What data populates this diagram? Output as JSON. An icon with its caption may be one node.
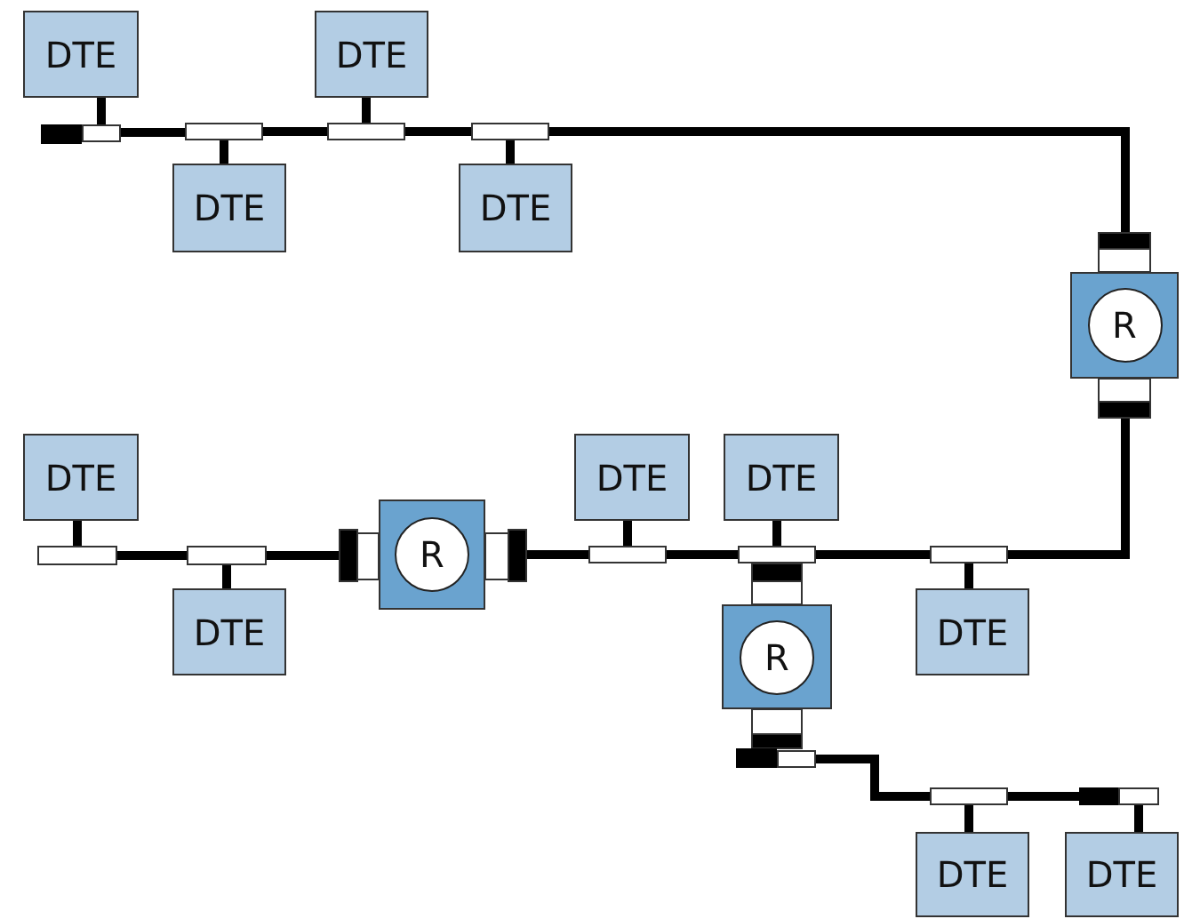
{
  "diagram": {
    "nodes": [
      {
        "text": [
          "DTE"
        ]
      },
      {
        "text": [
          "DTE"
        ]
      },
      {
        "text": [
          "DTE"
        ]
      },
      {
        "text": [
          "DTE"
        ]
      },
      {
        "text": [
          "R"
        ]
      },
      {
        "text": [
          "DTE"
        ]
      },
      {
        "text": [
          "DTE"
        ]
      },
      {
        "text": [
          "DTE"
        ]
      },
      {
        "text": [
          "R"
        ]
      },
      {
        "text": [
          "DTE"
        ]
      },
      {
        "text": [
          "DTE"
        ]
      },
      {
        "text": [
          "R"
        ]
      },
      {
        "text": [
          "DTE"
        ]
      },
      {
        "text": [
          "DTE"
        ]
      },
      {
        "text": [],
        "shape": "bar"
      },
      {
        "text": [],
        "shape": "box"
      },
      {
        "text": [],
        "shape": "box"
      },
      {
        "text": [],
        "shape": "box"
      },
      {
        "text": [],
        "shape": "box"
      },
      {
        "text": [],
        "shape": "box"
      },
      {
        "text": [],
        "shape": "box"
      },
      {
        "text": [],
        "shape": "box"
      },
      {
        "text": [],
        "shape": "box"
      },
      {
        "text": [],
        "shape": "box"
      },
      {
        "text": [],
        "shape": "bar"
      },
      {
        "text": [],
        "shape": "box"
      },
      {
        "text": [],
        "shape": "box"
      },
      {
        "text": [],
        "shape": "bar"
      },
      {
        "text": [],
        "shape": "box"
      }
    ],
    "edges": [
      {
        "from": 0,
        "to": 15,
        "arrow": "none"
      },
      {
        "from": 15,
        "to": 16,
        "arrow": "none"
      },
      {
        "from": 2,
        "to": 16,
        "arrow": "none"
      },
      {
        "from": 16,
        "to": 17,
        "arrow": "none"
      },
      {
        "from": 1,
        "to": 17,
        "arrow": "none"
      },
      {
        "from": 17,
        "to": 18,
        "arrow": "none"
      },
      {
        "from": 3,
        "to": 18,
        "arrow": "none"
      },
      {
        "from": 18,
        "to": 4,
        "arrow": "none"
      },
      {
        "from": 4,
        "to": 23,
        "arrow": "none"
      },
      {
        "from": 5,
        "to": 19,
        "arrow": "none"
      },
      {
        "from": 19,
        "to": 20,
        "arrow": "none"
      },
      {
        "from": 9,
        "to": 20,
        "arrow": "none"
      },
      {
        "from": 20,
        "to": 8,
        "arrow": "none"
      },
      {
        "from": 8,
        "to": 21,
        "arrow": "none"
      },
      {
        "from": 6,
        "to": 21,
        "arrow": "none"
      },
      {
        "from": 21,
        "to": 22,
        "arrow": "none"
      },
      {
        "from": 7,
        "to": 22,
        "arrow": "none"
      },
      {
        "from": 22,
        "to": 23,
        "arrow": "none"
      },
      {
        "from": 10,
        "to": 23,
        "arrow": "none"
      },
      {
        "from": 25,
        "to": 26,
        "arrow": "none"
      },
      {
        "from": 12,
        "to": 26,
        "arrow": "none"
      },
      {
        "from": 26,
        "to": 27,
        "arrow": "none"
      },
      {
        "from": 13,
        "to": 28,
        "arrow": "none"
      }
    ]
  }
}
